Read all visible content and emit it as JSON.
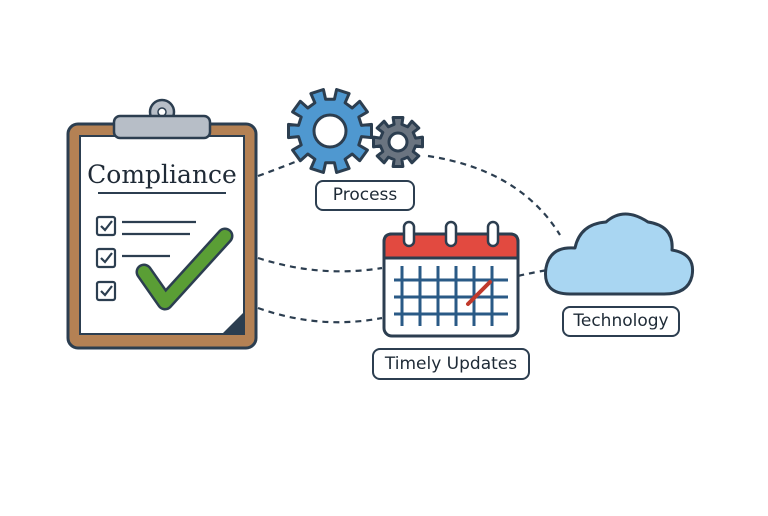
{
  "clipboard": {
    "title": "Compliance",
    "checklist_items": 3
  },
  "labels": {
    "process": "Process",
    "technology": "Technology",
    "timely_updates": "Timely Updates"
  },
  "colors": {
    "outline": "#2c3e50",
    "clipboard_board": "#b48154",
    "clip": "#b7bec7",
    "check": "#5a9e35",
    "gear_large": "#4f98d0",
    "gear_small": "#6a7480",
    "calendar_header": "#e24a40",
    "calendar_grid": "#2a5a86",
    "cloud": "#a9d6f2",
    "connector": "#2c3e50"
  },
  "icons": [
    "clipboard-icon",
    "gear-icon",
    "calendar-icon",
    "cloud-icon",
    "checkmark-icon"
  ]
}
